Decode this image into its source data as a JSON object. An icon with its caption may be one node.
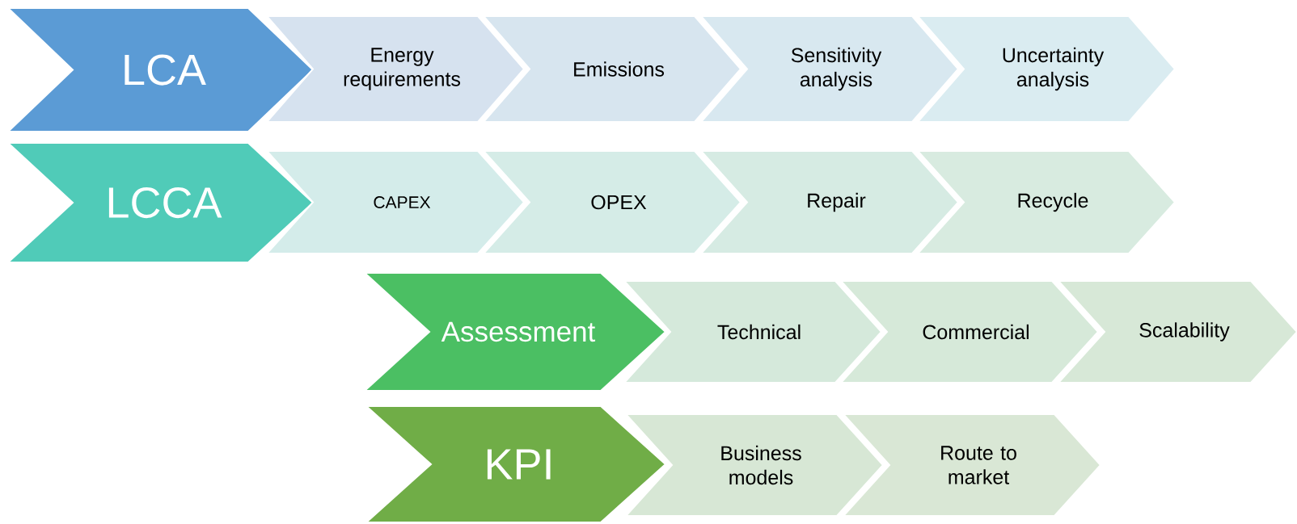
{
  "diagram": {
    "nodes": [
      {
        "text": [
          "LCA"
        ]
      },
      {
        "text": [
          "Energy requirements"
        ]
      },
      {
        "text": [
          "Emissions"
        ]
      },
      {
        "text": [
          "Sensitivity analysis"
        ]
      },
      {
        "text": [
          "Uncertainty analysis"
        ]
      },
      {
        "text": [
          "LCCA"
        ]
      },
      {
        "text": [
          "CAPEX"
        ]
      },
      {
        "text": [
          "OPEX"
        ]
      },
      {
        "text": [
          "Repair"
        ]
      },
      {
        "text": [
          "Recycle"
        ]
      },
      {
        "text": [
          "Assessment"
        ]
      },
      {
        "text": [
          "Technical"
        ]
      },
      {
        "text": [
          "Commercial"
        ]
      },
      {
        "text": [
          "Scalability"
        ]
      },
      {
        "text": [
          "KPI"
        ]
      },
      {
        "text": [
          "Business models"
        ]
      },
      {
        "text": [
          "Route to market"
        ]
      }
    ]
  }
}
